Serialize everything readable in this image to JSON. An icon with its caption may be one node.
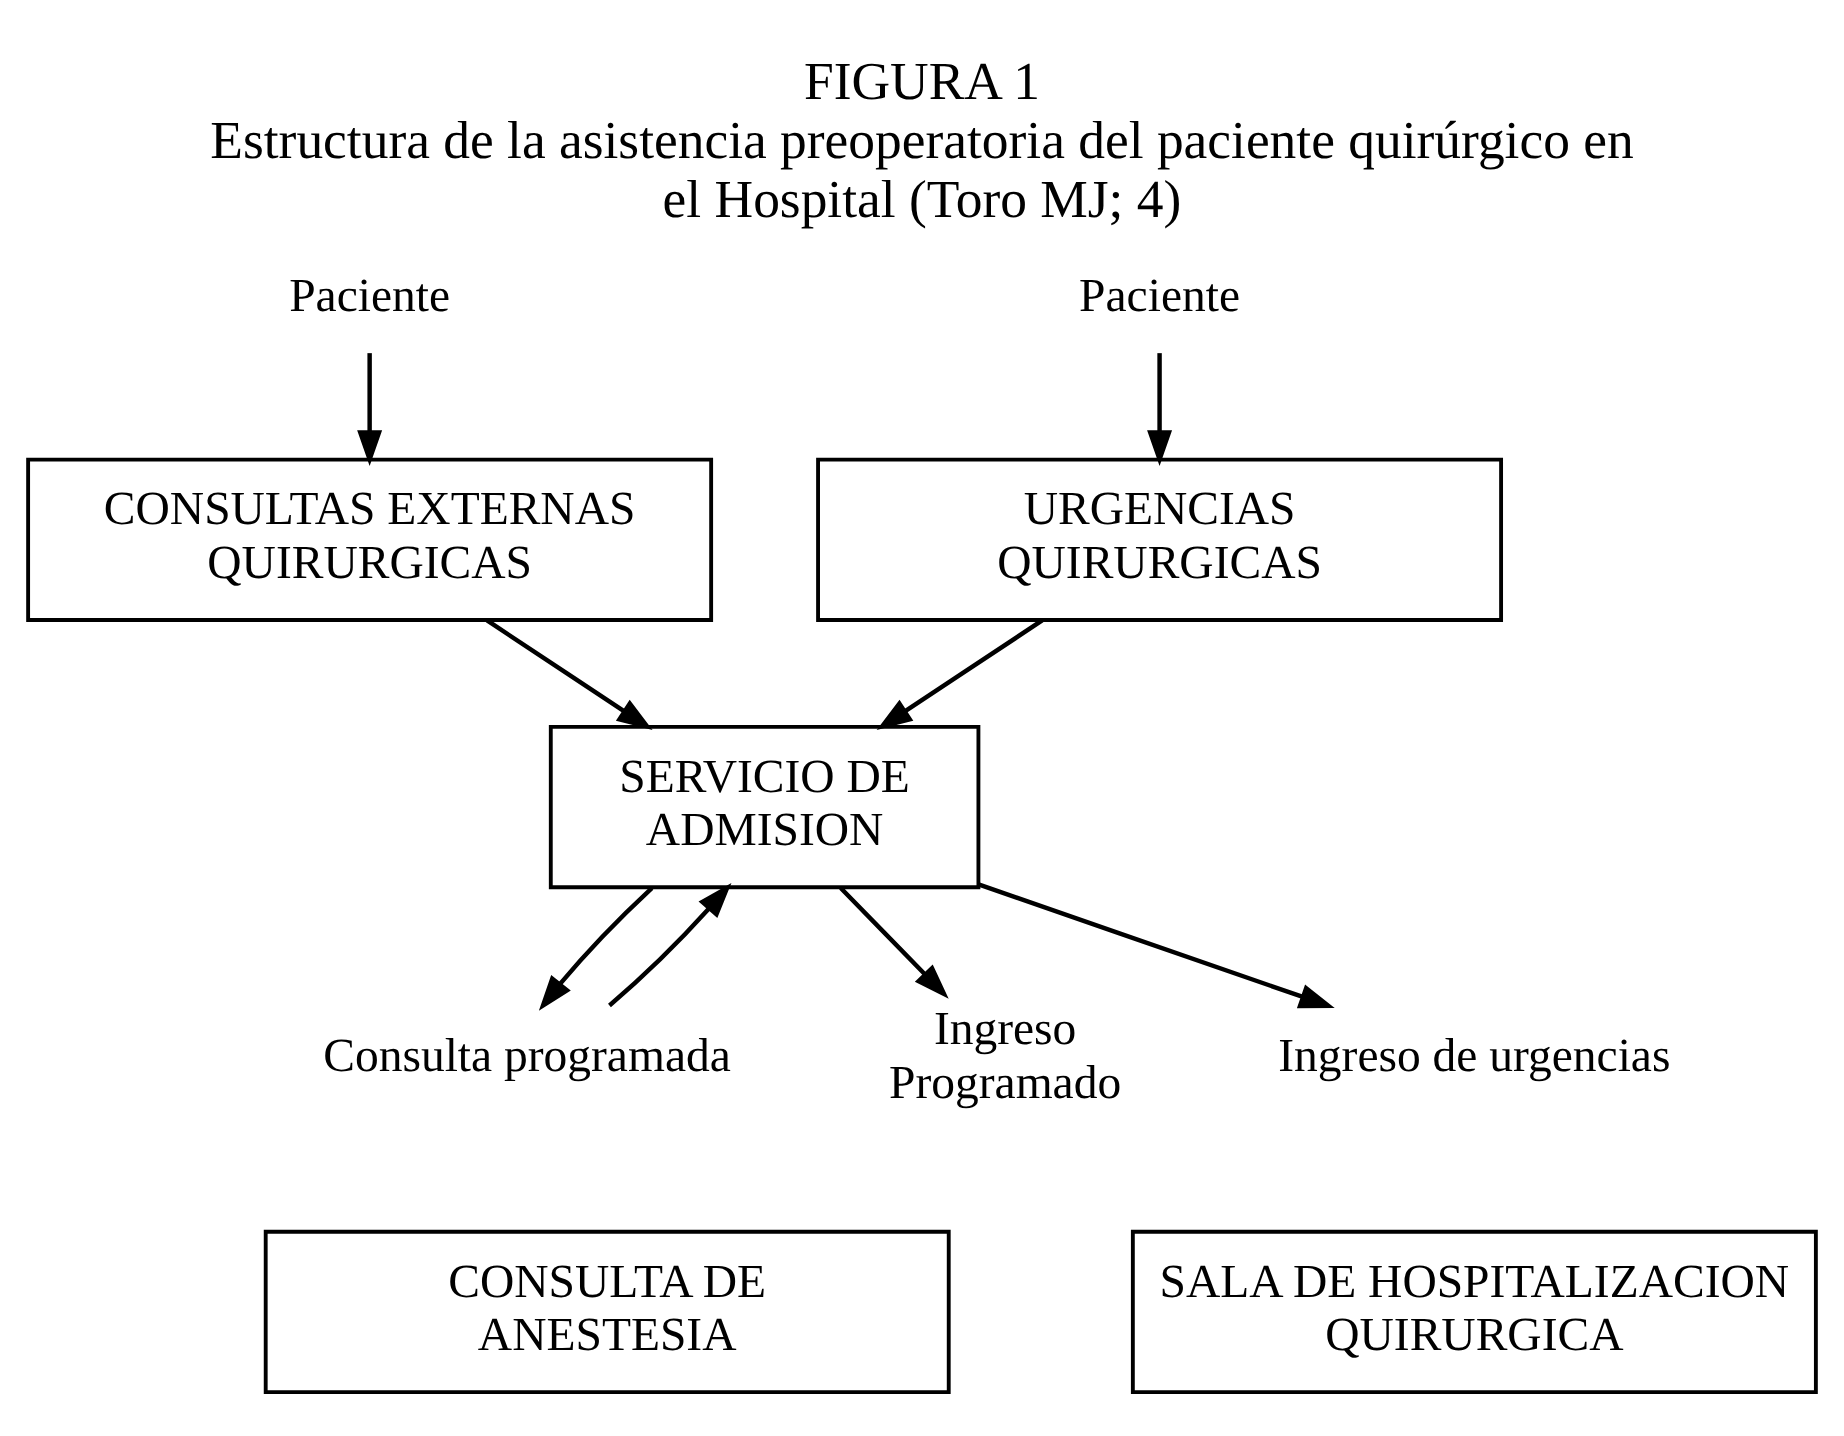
{
  "diagram": {
    "title": "FIGURA 1",
    "caption": "Estructura de la asistencia preoperatoria del paciente quirúrgico en el Hospital (Toro MJ; 4)",
    "nodes": [
      {
        "text": [
          "Paciente"
        ]
      },
      {
        "text": [
          "Paciente"
        ]
      },
      {
        "text": [
          "CONSULTAS EXTERNAS QUIRURGICAS"
        ]
      },
      {
        "text": [
          "URGENCIAS QUIRURGICAS"
        ]
      },
      {
        "text": [
          "SERVICIO DE ADMISION"
        ]
      },
      {
        "text": [
          "Consulta programada"
        ]
      },
      {
        "text": [
          "Ingreso Programado"
        ]
      },
      {
        "text": [
          "Ingreso de urgencias"
        ]
      },
      {
        "text": [
          "CONSULTA DE ANESTESIA"
        ]
      },
      {
        "text": [
          "SALA DE HOSPITALIZACION QUIRURGICA"
        ]
      }
    ],
    "edges": [
      {
        "from": 0,
        "to": 2,
        "arrow": "to"
      },
      {
        "from": 1,
        "to": 3,
        "arrow": "to"
      },
      {
        "from": 2,
        "to": 4,
        "arrow": "to"
      },
      {
        "from": 3,
        "to": 4,
        "arrow": "to"
      },
      {
        "from": 4,
        "to": 5,
        "arrow": "to"
      },
      {
        "from": 5,
        "to": 4,
        "arrow": "to"
      },
      {
        "from": 4,
        "to": 6,
        "arrow": "to"
      },
      {
        "from": 4,
        "to": 7,
        "arrow": "to"
      }
    ]
  }
}
